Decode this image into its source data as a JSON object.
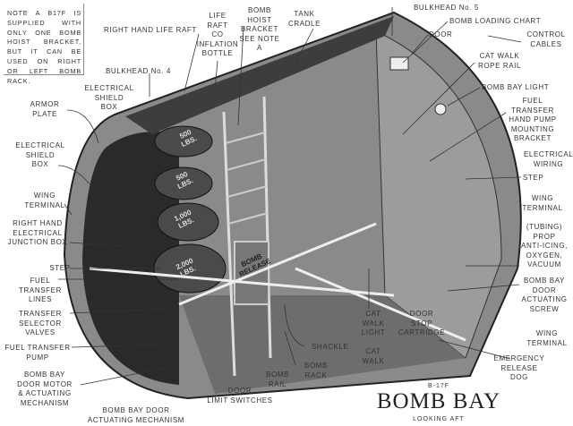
{
  "note": "NOTE A B17F IS SUPPLIED WITH ONLY ONE BOMB HOIST BRACKET, BUT IT CAN BE USED ON RIGHT OR LEFT BOMB RACK.",
  "title": {
    "model": "B-17F",
    "main": "BOMB BAY",
    "sub": "LOOKING AFT"
  },
  "bombs": [
    "500\nLBS.",
    "500\nLBS.",
    "1,000\nLBS.",
    "2,000\nLBS."
  ],
  "ladder_label": "BOMB\nRELEASE",
  "labels": {
    "rh_life_raft": "RIGHT HAND LIFE RAFT",
    "inflation_bottle": "LIFE\nRAFT\nCO\nINFLATION\nBOTTLE",
    "hoist_bracket": "BOMB\nHOIST\nBRACKET\nSEE NOTE\nA",
    "tank_cradle": "TANK\nCRADLE",
    "bulkhead4": "BULKHEAD No. 4",
    "shield_box_top": "ELECTRICAL\nSHIELD\nBOX",
    "armor_plate": "ARMOR\nPLATE",
    "shield_box_left": "ELECTRICAL\nSHIELD\nBOX",
    "wing_terminal_left": "WING\nTERMINAL",
    "rh_junction_box": "RIGHT HAND\nELECTRICAL\nJUNCTION BOX",
    "step_left": "STEP",
    "fuel_lines": "FUEL\nTRANSFER\nLINES",
    "selector_valves": "TRANSFER\nSELECTOR\nVALVES",
    "fuel_pump": "FUEL TRANSFER\nPUMP",
    "door_motor": "BOMB BAY\nDOOR MOTOR\n& ACTUATING\nMECHANISM",
    "door_mechanism": "BOMB BAY DOOR\nACTUATING MECHANISM",
    "limit_switches": "DOOR\nLIMIT SWITCHES",
    "bomb_rail": "BOMB\nRAIL",
    "bomb_rack": "BOMB\nRACK",
    "shackle": "SHACKLE",
    "catwalk_light": "CAT\nWALK\nLIGHT",
    "catwalk": "CAT\nWALK",
    "door_stop": "DOOR\nSTOP\nCARTRIDGE",
    "bulkhead5": "BULKHEAD No. 5",
    "loading_chart": "BOMB LOADING CHART",
    "door": "DOOR",
    "control_cables": "CONTROL\nCABLES",
    "rope_rail": "CAT WALK\nROPE RAIL",
    "bay_light": "BOMB BAY LIGHT",
    "hand_pump_bracket": "FUEL\nTRANSFER\nHAND PUMP\nMOUNTING\nBRACKET",
    "electrical_wiring": "ELECTRICAL\nWIRING",
    "step_right": "STEP",
    "wing_terminal_right": "WING\nTERMINAL",
    "tubing": "(TUBING)\nPROP\nANTI-ICING,\nOXYGEN,\nVACUUM",
    "actuating_screw": "BOMB BAY\nDOOR\nACTUATING\nSCREW",
    "wing_terminal_lower": "WING\nTERMINAL",
    "release_dog": "EMERGENCY\nRELEASE\nDOG"
  }
}
